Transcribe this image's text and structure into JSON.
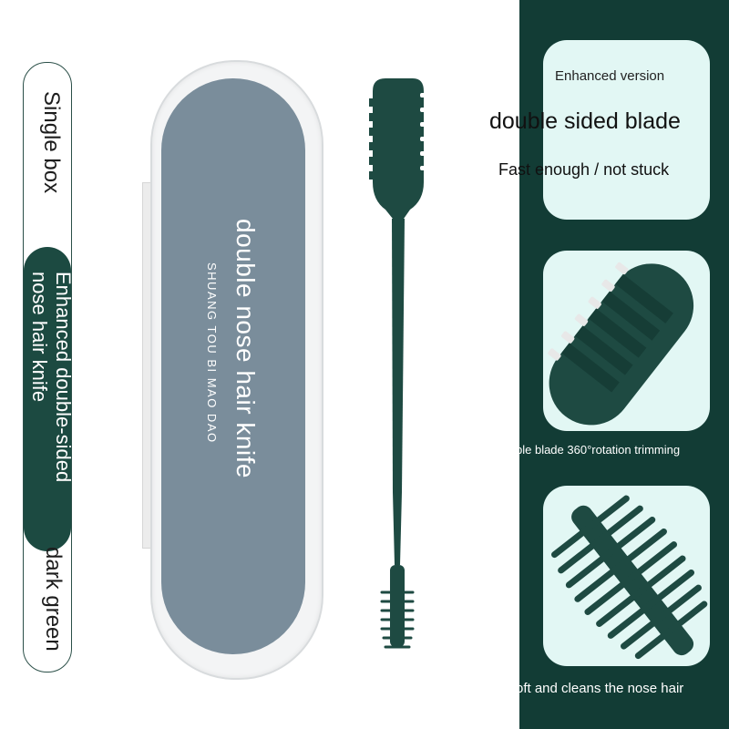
{
  "left_label": {
    "top": "Single box",
    "middle_line1": "Enhanced double-sided",
    "middle_line2": "nose hair knife",
    "bottom": "dark green"
  },
  "case": {
    "title": "double nose hair knife",
    "subtitle": "SHUANG TOU BI MAO DAO"
  },
  "right_panel": {
    "enhanced_label": "Enhanced version",
    "headline": "double sided blade",
    "tagline": "Fast enough / not stuck",
    "caption_blade": "ble blade 360°rotation trimming",
    "caption_brush": "oft and cleans the nose hair"
  },
  "colors": {
    "panel": "#123c35",
    "product_green": "#1e4a42",
    "card_mint": "#e2f7f4",
    "case_blue": "#7a8d9b"
  }
}
